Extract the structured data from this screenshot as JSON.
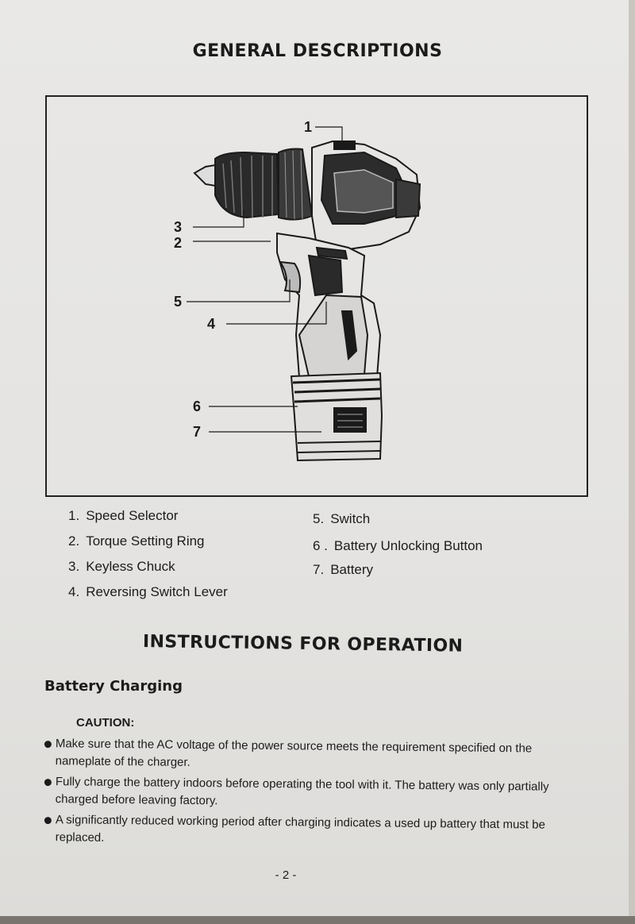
{
  "document": {
    "heading_general": "GENERAL DESCRIPTIONS",
    "diagram_callouts": [
      "1",
      "2",
      "3",
      "4",
      "5",
      "6",
      "7"
    ],
    "parts_list": [
      {
        "num": "1.",
        "label": "Speed Selector"
      },
      {
        "num": "2.",
        "label": "Torque Setting Ring"
      },
      {
        "num": "3.",
        "label": "Keyless Chuck"
      },
      {
        "num": "4.",
        "label": "Reversing Switch Lever"
      },
      {
        "num": "5.",
        "label": "Switch"
      },
      {
        "num": "6 .",
        "label": "Battery Unlocking Button"
      },
      {
        "num": "7.",
        "label": "Battery"
      }
    ],
    "heading_instructions": "INSTRUCTIONS FOR OPERATION",
    "section_title": "Battery Charging",
    "caution_label": "CAUTION:",
    "bullets": [
      "Make sure that the AC voltage of the power source meets the requirement specified on the nameplate of the charger.",
      "Fully charge the battery indoors before operating the tool with it. The battery was only  partially charged before leaving factory.",
      "A significantly reduced working period after charging indicates a used up battery that  must be replaced."
    ],
    "page_number": "- 2 -"
  }
}
